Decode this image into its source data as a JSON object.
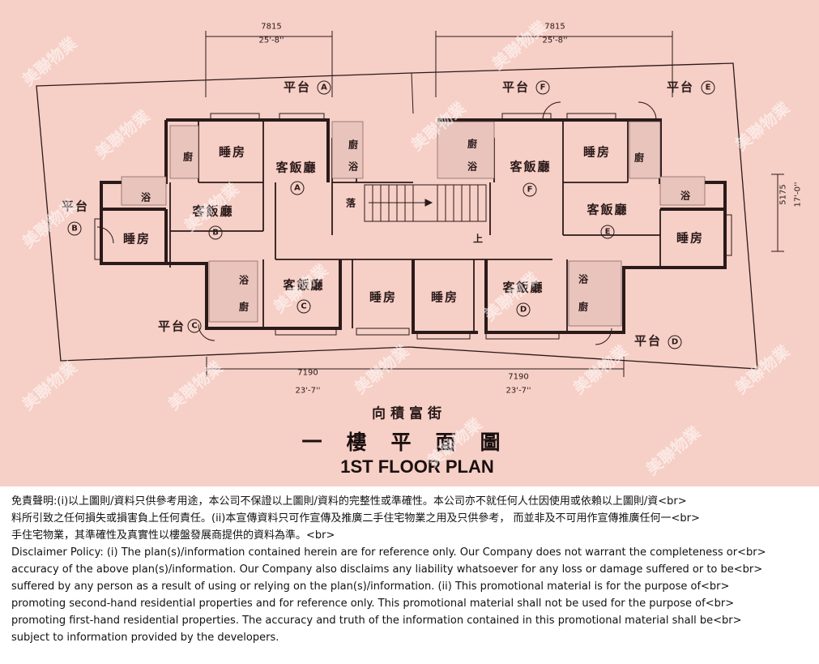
{
  "dimensions": {
    "top_left_mm": "7815",
    "top_left_ft": "25'-8''",
    "top_right_mm": "7815",
    "top_right_ft": "25'-8''",
    "bottom_left_mm": "7190",
    "bottom_left_ft": "23'-7''",
    "bottom_right_mm": "7190",
    "bottom_right_ft": "23'-7''",
    "right_mm": "5175",
    "right_ft": "17'-0''"
  },
  "terraces": {
    "A": "平台",
    "F": "平台",
    "E": "平台",
    "B": "平台",
    "C": "平台",
    "D": "平台"
  },
  "units": [
    "A",
    "B",
    "C",
    "D",
    "E",
    "F"
  ],
  "rooms": {
    "bedroom": "睡房",
    "living_dining": "客飯廳",
    "kitchen": "廚",
    "bathroom": "浴",
    "stair_down": "落",
    "stair_up": "上"
  },
  "street_name": "向積富街",
  "title_cn": "一樓平面圖",
  "title_en": "1ST FLOOR PLAN",
  "watermark": "美聯物業",
  "disclaimer": {
    "line1": "免責聲明:(i)以上圖則/資料只供參考用途，本公司不保證以上圖則/資料的完整性或準確性。本公司亦不就任何人仕因使用或依賴以上圖則/資<br>",
    "line2": "料所引致之任何損失或損害負上任何責任。(ii)本宣傳資料只可作宣傳及推廣二手住宅物業之用及只供參考， 而並非及不可用作宣傳推廣任何一<br>",
    "line3": "手住宅物業，其準確性及真實性以樓盤發展商提供的資料為準。<br>",
    "line4": "Disclaimer Policy: (i) The plan(s)/information contained herein are for reference only. Our Company does not warrant the completeness or<br>",
    "line5": "accuracy of the above plan(s)/information. Our Company also disclaims any liability whatsoever for any loss or damage suffered or to be<br>",
    "line6": "suffered by any person as a result of using or relying on the plan(s)/information. (ii) This promotional material is for the purpose of<br>",
    "line7": "promoting second-hand residential properties and for reference only. This promotional material shall not be used for the purpose of<br>",
    "line8": "promoting first-hand residential properties. The accuracy and truth of the information contained in this promotional material shall be<br>",
    "line9": "subject to information provided by the developers."
  },
  "colors": {
    "plan_background": "#f6cfc6",
    "wall": "#2a1a1a"
  }
}
